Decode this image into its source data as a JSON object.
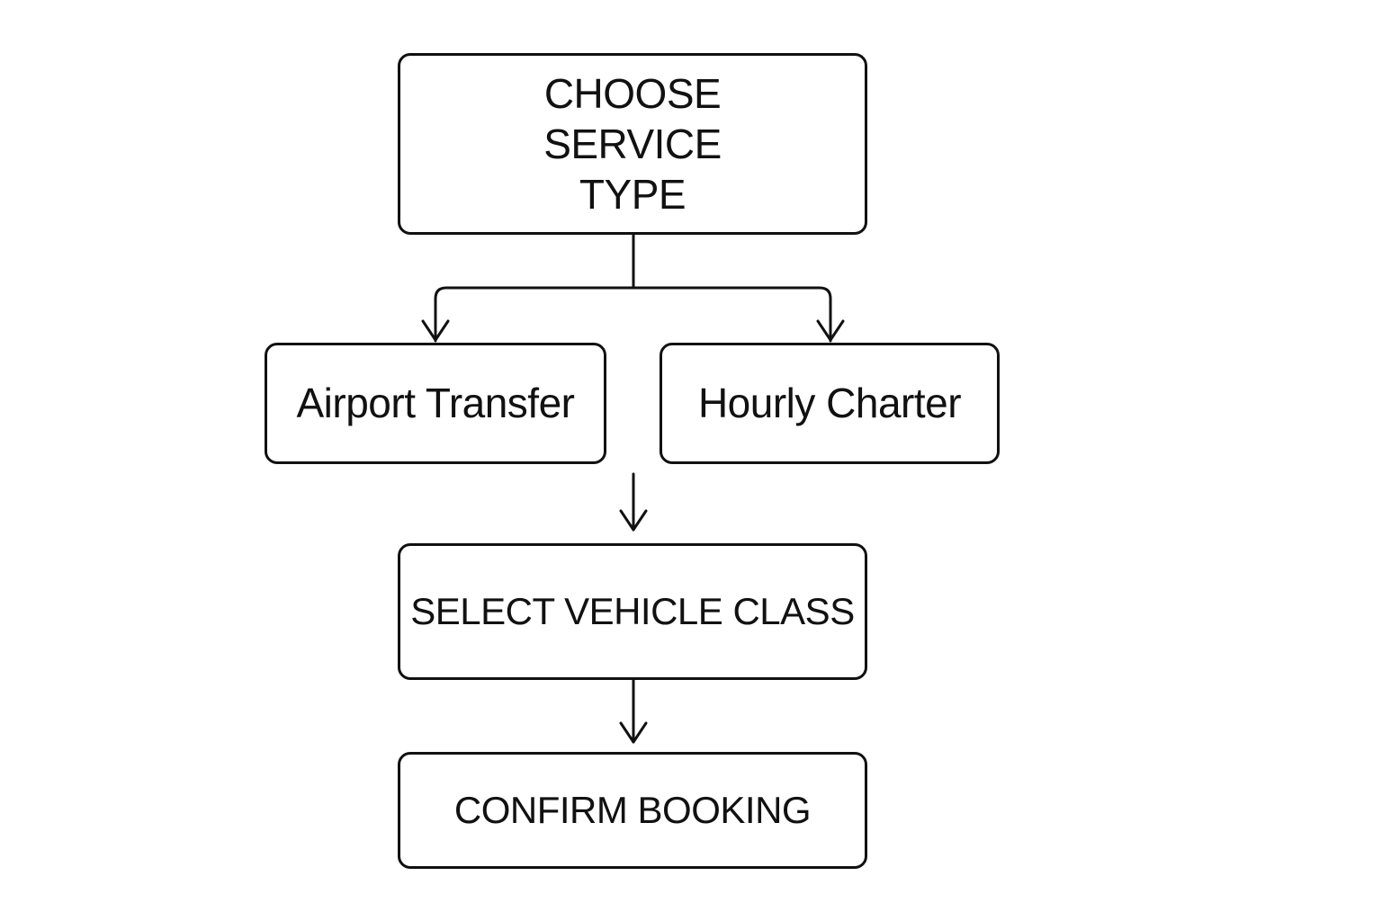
{
  "diagram": {
    "nodes": {
      "choose_service_type": "CHOOSE SERVICE\nTYPE",
      "airport_transfer": "Airport Transfer",
      "hourly_charter": "Hourly Charter",
      "select_vehicle_class": "SELECT VEHICLE CLASS",
      "confirm_booking": "CONFIRM BOOKING"
    },
    "edges": [
      {
        "from": "choose_service_type",
        "to": "airport_transfer"
      },
      {
        "from": "choose_service_type",
        "to": "hourly_charter"
      },
      {
        "from": "service_options",
        "to": "select_vehicle_class"
      },
      {
        "from": "select_vehicle_class",
        "to": "confirm_booking"
      }
    ],
    "line_color": "#111111",
    "background_color": "#ffffff"
  }
}
